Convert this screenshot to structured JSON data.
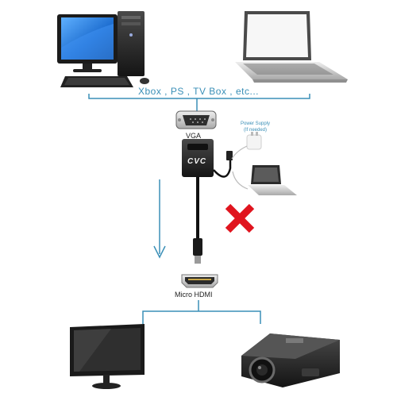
{
  "labels": {
    "sources": "Xbox , PS , TV Box , etc...",
    "vga": "VGA",
    "power_supply_line1": "Power Supply",
    "power_supply_line2": "(If needed)",
    "brand": "CVC",
    "micro_hdmi": "Micro HDMI"
  },
  "colors": {
    "connector_line": "#3a8fb7",
    "cross_mark": "#e0141e",
    "device_dark": "#2b2b2b",
    "device_silver": "#c9c9c9",
    "screen_blue": "#1f6fd1"
  },
  "icons": {
    "source_devices": [
      "desktop-computer-icon",
      "laptop-icon"
    ],
    "output_devices": [
      "monitor-icon",
      "projector-icon"
    ]
  }
}
